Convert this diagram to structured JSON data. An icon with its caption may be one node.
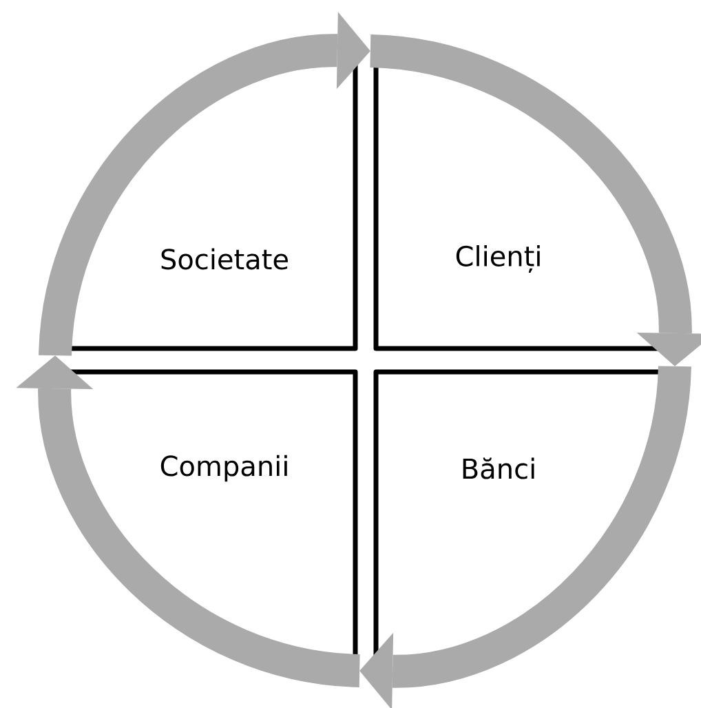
{
  "diagram": {
    "nodes": [
      {
        "text": [
          "Societate"
        ]
      },
      {
        "text": [
          "Clienți"
        ]
      },
      {
        "text": [
          "Companii"
        ]
      },
      {
        "text": [
          "Bănci"
        ]
      }
    ],
    "edges": [
      {
        "from": 0,
        "to": 1,
        "arrow": "to"
      },
      {
        "from": 1,
        "to": 3,
        "arrow": "to"
      },
      {
        "from": 3,
        "to": 2,
        "arrow": "to"
      },
      {
        "from": 2,
        "to": 0,
        "arrow": "to"
      }
    ]
  }
}
